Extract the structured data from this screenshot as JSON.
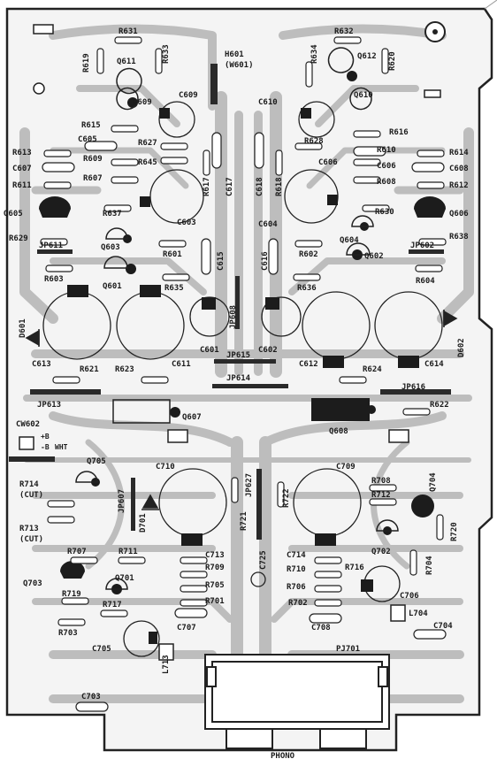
{
  "board": {
    "outline_color": "#222222",
    "trace_color": "#bdbdbd",
    "copper_color": "#1c1c1c",
    "background": "#ffffff"
  },
  "labels": {
    "R631": "R631",
    "R633": "R633",
    "H601": "H601",
    "W601": "(W601)",
    "R634": "R634",
    "R632": "R632",
    "R619": "R619",
    "Q611": "Q611",
    "R620": "R620",
    "Q612": "Q612",
    "Q609": "Q609",
    "C609": "C609",
    "C610": "C610",
    "Q610": "Q610",
    "R615": "R615",
    "C605": "C605",
    "R627": "R627",
    "R628": "R628",
    "R616": "R616",
    "R613": "R613",
    "C607": "C607",
    "R609": "R609",
    "R645": "R645",
    "C606": "C606",
    "R614": "R614",
    "C608": "C608",
    "R611": "R611",
    "R607": "R607",
    "R617": "R617",
    "C617": "C617",
    "C618": "C618",
    "R618": "R618",
    "R610": "R610",
    "R608": "R608",
    "R612": "R612",
    "Q605": "Q605",
    "R637": "R637",
    "C603": "C603",
    "C604": "C604",
    "R630a": "R630",
    "Q606": "Q606",
    "R629": "R629",
    "JP611": "JP611",
    "Q603": "Q603",
    "R601": "R601",
    "C615": "C615",
    "C616": "C616",
    "R602": "R602",
    "Q604": "Q604",
    "JP602": "JP602",
    "R638": "R638",
    "R603": "R603",
    "Q601": "Q601",
    "R635": "R635",
    "JP608": "JP608",
    "R636": "R636",
    "Q602": "Q602",
    "R604": "R604",
    "D601": "D601",
    "C601": "C601",
    "C602": "C602",
    "D602": "D602",
    "JP615": "JP615",
    "C613": "C613",
    "R621": "R621",
    "R623": "R623",
    "C611": "C611",
    "C612": "C612",
    "R624": "R624",
    "C614": "C614",
    "JP614": "JP614",
    "JP613": "JP613",
    "JP616": "JP616",
    "R622": "R622",
    "Q607": "Q607",
    "Q608": "Q608",
    "CW602": "CW602",
    "plusB": "+B",
    "minusB": "-B",
    "WHT": "WHT",
    "Q705": "Q705",
    "C710": "C710",
    "JP627": "JP627",
    "C709": "C709",
    "R714": "R714",
    "CUT1": "(CUT)",
    "JP607": "JP607",
    "D701": "D701",
    "R721": "R721",
    "R722": "R722",
    "R708": "R708",
    "R712": "R712",
    "Q704": "Q704",
    "R720": "R720",
    "R713": "R713",
    "CUT2": "(CUT)",
    "R707": "R707",
    "R711": "R711",
    "C713": "C713",
    "C725": "C725",
    "C714": "C714",
    "R716": "R716",
    "Q702": "Q702",
    "R704": "R704",
    "Q703": "Q703",
    "Q701": "Q701",
    "R709": "R709",
    "R710": "R710",
    "R705": "R705",
    "R706": "R706",
    "C706": "C706",
    "R719": "R719",
    "R717": "R717",
    "R701": "R701",
    "R702": "R702",
    "L704": "L704",
    "R703": "R703",
    "C707": "C707",
    "C708": "C708",
    "C704": "C704",
    "C705": "C705",
    "L713": "L713",
    "PJ701": "PJ701",
    "C703": "C703",
    "PHONO": "PHONO"
  }
}
